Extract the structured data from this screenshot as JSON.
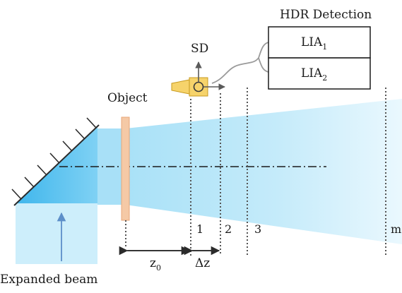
{
  "labels": {
    "hdr_detection": "HDR Detection",
    "lia1_main": "LIA",
    "lia1_sub": "1",
    "lia2_main": "LIA",
    "lia2_sub": "2",
    "sd": "SD",
    "object": "Object",
    "expanded_beam": "Expanded beam",
    "z0_main": "z",
    "z0_sub": "0",
    "dz": "Δz"
  },
  "planes": [
    {
      "label": "1"
    },
    {
      "label": "2"
    },
    {
      "label": "3"
    },
    {
      "label": "m"
    }
  ],
  "colors": {
    "beam_light": "#cfeefb",
    "beam_mid": "#9fdcf6",
    "beam_dark": "#5cc3ef",
    "object_fill": "#f5c9a6",
    "object_stroke": "#e8a77a",
    "detector_fill": "#f6d36b",
    "detector_stroke": "#c79a1e",
    "line_dark": "#2b2b2b",
    "arrow_blue": "#5d8fc9",
    "cable_gray": "#9a9a9a"
  }
}
